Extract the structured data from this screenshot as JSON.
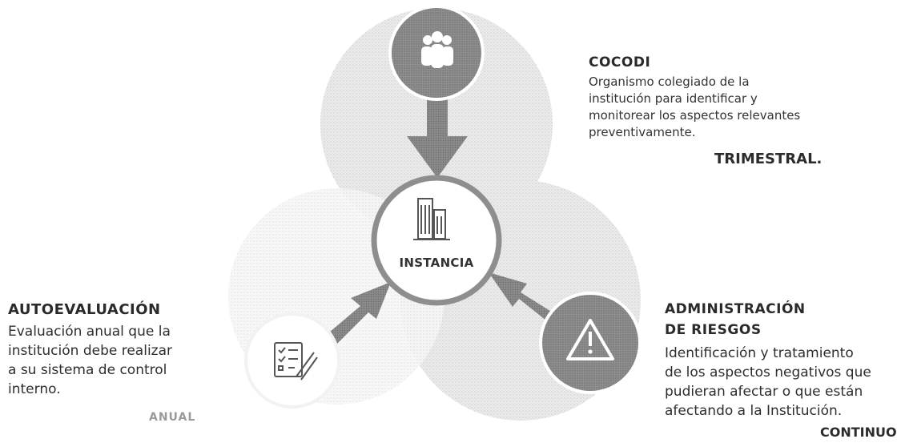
{
  "hub": {
    "label": "INSTANCIA"
  },
  "cocodi": {
    "title": "COCODI",
    "description": [
      "Organismo colegiado de la",
      "institución para identificar y",
      "monitorear los aspectos relevantes",
      "preventivamente."
    ],
    "frequency": "TRIMESTRAL."
  },
  "riesgos": {
    "title": [
      "ADMINISTRACIÓN",
      "DE RIESGOS"
    ],
    "description": [
      "Identificación y tratamiento",
      "de los aspectos negativos que",
      "pudieran afectar o que están",
      "afectando a la Institución."
    ],
    "frequency": "CONTINUO"
  },
  "autoevaluacion": {
    "title": "AUTOEVALUACIÓN",
    "description": [
      "Evaluación anual que la",
      "institución debe realizar",
      "a su sistema de control",
      "interno."
    ],
    "frequency": "ANUAL"
  },
  "colors": {
    "node_fill": "#9a9a9a",
    "arrow": "#8c8c8c",
    "halo": "#dedede"
  },
  "icons": {
    "cocodi": "people-group-icon",
    "riesgos": "warning-triangle-icon",
    "autoevaluacion": "checklist-pencil-icon",
    "hub": "buildings-icon"
  }
}
